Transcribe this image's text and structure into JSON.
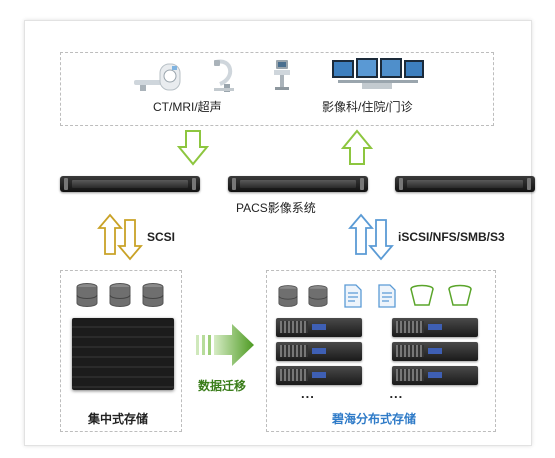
{
  "top": {
    "devices_label": "CT/MRI/超声",
    "clinics_label": "影像科/住院/门诊"
  },
  "middle": {
    "pacs_label": "PACS影像系统"
  },
  "links": {
    "scsi_label": "SCSI",
    "ip_label": "iSCSI/NFS/SMB/S3"
  },
  "migration": {
    "label": "数据迁移"
  },
  "left_storage": {
    "label": "集中式存储"
  },
  "right_storage": {
    "label": "碧海分布式存储",
    "ellipsis": "... ..."
  },
  "colors": {
    "down_arrow": "#8dc63f",
    "up_arrow": "#8dc63f",
    "scsi_arrow": "#c9a227",
    "ip_arrow": "#5b9bd5",
    "migration_arrow": "#5aa52a",
    "brand_blue": "#2f7bc8"
  },
  "icons": {
    "disk": "database-icon",
    "file": "document-icon",
    "bucket": "bucket-icon"
  }
}
